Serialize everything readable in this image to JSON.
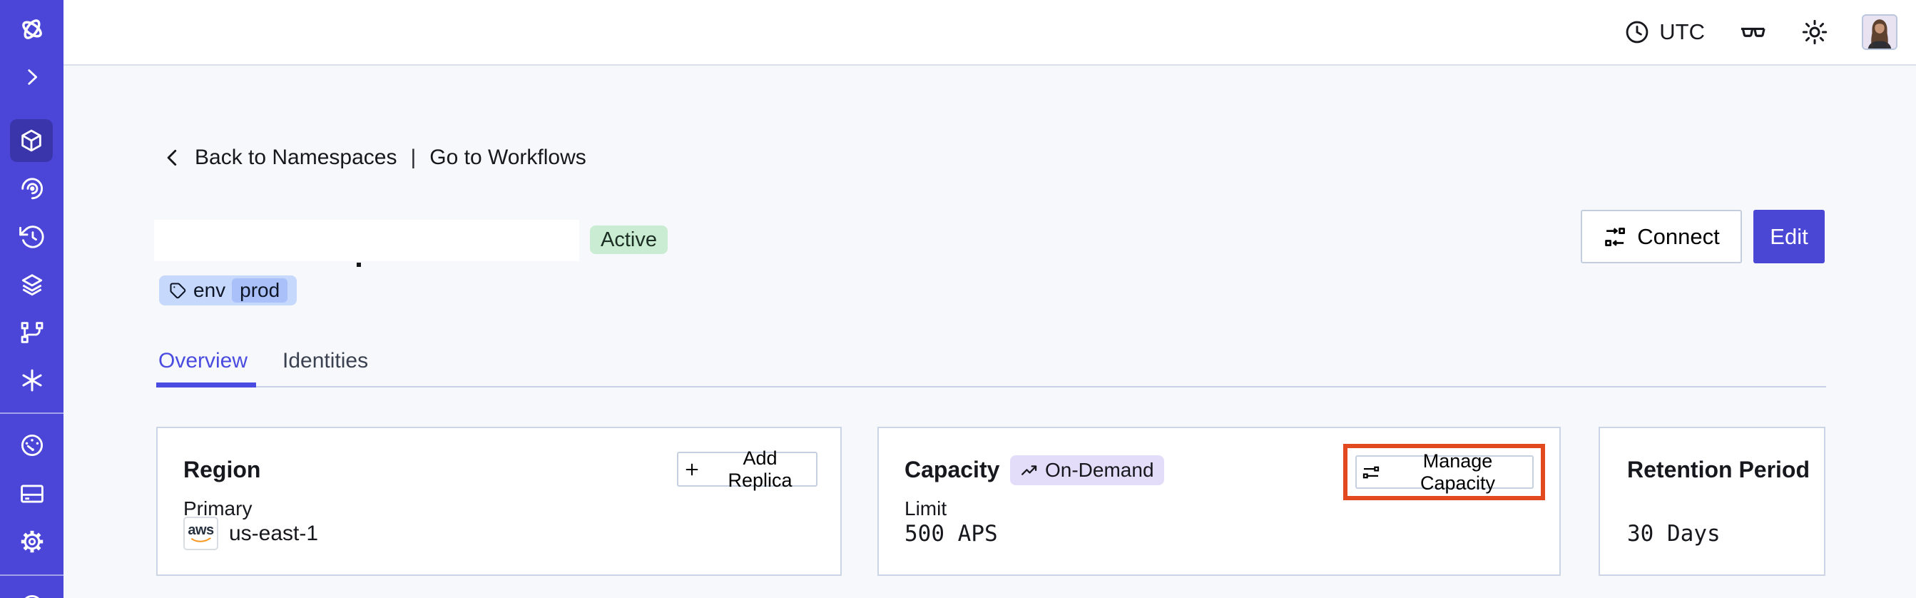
{
  "topbar": {
    "timezone": "UTC"
  },
  "sidebar": {
    "items": [
      {
        "icon": "temporal-logo"
      },
      {
        "icon": "chevron-right-icon"
      },
      {
        "icon": "namespaces-cube-icon",
        "active": true
      },
      {
        "icon": "insights-swirl-icon"
      },
      {
        "icon": "schedules-history-icon"
      },
      {
        "icon": "stack-layers-icon"
      },
      {
        "icon": "deployments-branch-icon"
      },
      {
        "icon": "asterisk-icon"
      },
      {
        "icon": "usage-gauge-icon"
      },
      {
        "icon": "billing-card-icon"
      },
      {
        "icon": "settings-gear-icon"
      },
      {
        "icon": "partial-bottom-icon"
      }
    ]
  },
  "breadcrumb": {
    "back_label": "Back to Namespaces",
    "separator": "|",
    "workflows_label": "Go to Workflows"
  },
  "namespace": {
    "status_badge": "Active",
    "tag_key": "env",
    "tag_value": "prod",
    "connect_label": "Connect",
    "edit_label": "Edit"
  },
  "tabs": {
    "overview_label": "Overview",
    "identities_label": "Identities"
  },
  "cards": {
    "region": {
      "title": "Region",
      "add_replica_label": "Add Replica",
      "primary_label": "Primary",
      "provider_label": "aws",
      "region_value": "us-east-1"
    },
    "capacity": {
      "title": "Capacity",
      "mode_badge_label": "On-Demand",
      "manage_label": "Manage Capacity",
      "limit_label": "Limit",
      "limit_value": "500 APS"
    },
    "retention": {
      "title": "Retention Period",
      "value": "30 Days"
    }
  },
  "colors": {
    "sidebar": "#4b46d8",
    "sidebar_active": "#3a35ab",
    "accent": "#4a4be0",
    "edit_button": "#4a47d4",
    "status_badge_bg": "#c9ecd2",
    "tag_bg": "#c6d8fb",
    "tag_value_bg": "#a9c0f8",
    "ondemand_bg": "#e4ddf9",
    "annotation_red": "#e2491e",
    "card_border": "#ccd5e5",
    "page_bg": "#f7f8fb",
    "text": "#17181d",
    "aws_orange": "#f59822"
  }
}
